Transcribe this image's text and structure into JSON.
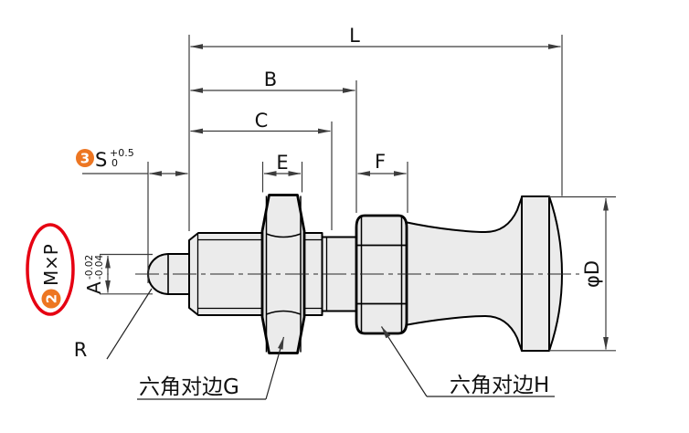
{
  "drawing": {
    "title": "indexing-plunger-dimension-drawing",
    "labels": {
      "L": "L",
      "B": "B",
      "C": "C",
      "E": "E",
      "F": "F",
      "S": "S",
      "S_tol_up": "+0.5",
      "S_tol_dn": "0",
      "A": "A",
      "A_tol_up": "-0.02",
      "A_tol_dn": "-0.04",
      "R": "R",
      "diameter": "φD",
      "thread_M": "M",
      "thread_xP": "×P"
    },
    "badges": {
      "thread_num": "2",
      "stroke_num": "3"
    },
    "callouts": {
      "hex_G": "六角对边G",
      "hex_H": "六角对边H"
    },
    "colors": {
      "orange": "#ed7622",
      "blue": "#29a2d9",
      "red": "#e60012",
      "part_fill": "#ebebeb",
      "outline": "#000000",
      "dim": "#3c3c3c"
    }
  }
}
